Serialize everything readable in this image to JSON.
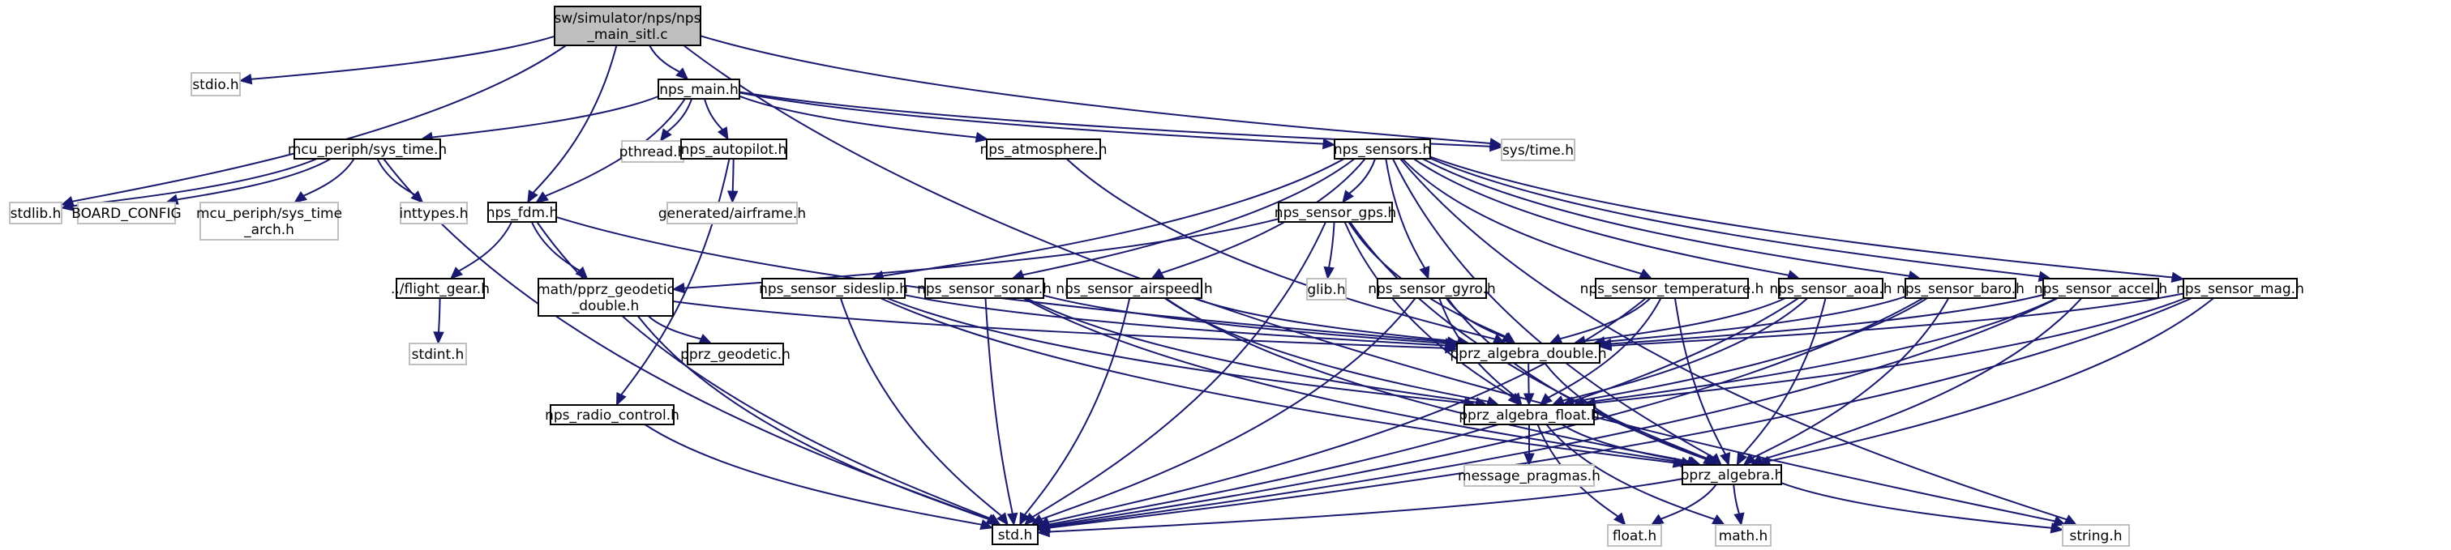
{
  "diagram": {
    "nodes": [
      {
        "id": "root",
        "label": [
          "sw/simulator/nps/nps",
          "_main_sitl.c"
        ],
        "kind": "root"
      },
      {
        "id": "stdio",
        "label": [
          "stdio.h"
        ],
        "kind": "external"
      },
      {
        "id": "nps_main",
        "label": [
          "nps_main.h"
        ],
        "kind": "documented"
      },
      {
        "id": "systime_h",
        "label": [
          "sys/time.h"
        ],
        "kind": "external"
      },
      {
        "id": "mcu_systime",
        "label": [
          "mcu_periph/sys_time.h"
        ],
        "kind": "documented"
      },
      {
        "id": "pthread",
        "label": [
          "pthread.h"
        ],
        "kind": "external"
      },
      {
        "id": "nps_autopilot",
        "label": [
          "nps_autopilot.h"
        ],
        "kind": "documented"
      },
      {
        "id": "nps_atmosphere",
        "label": [
          "nps_atmosphere.h"
        ],
        "kind": "documented"
      },
      {
        "id": "nps_sensors",
        "label": [
          "nps_sensors.h"
        ],
        "kind": "documented"
      },
      {
        "id": "stdlib",
        "label": [
          "stdlib.h"
        ],
        "kind": "external"
      },
      {
        "id": "board_config",
        "label": [
          "BOARD_CONFIG"
        ],
        "kind": "external"
      },
      {
        "id": "mcu_systime_arch",
        "label": [
          "mcu_periph/sys_time",
          "_arch.h"
        ],
        "kind": "external"
      },
      {
        "id": "inttypes",
        "label": [
          "inttypes.h"
        ],
        "kind": "external"
      },
      {
        "id": "nps_fdm",
        "label": [
          "nps_fdm.h"
        ],
        "kind": "documented"
      },
      {
        "id": "airframe",
        "label": [
          "generated/airframe.h"
        ],
        "kind": "external"
      },
      {
        "id": "nps_sensor_gps",
        "label": [
          "nps_sensor_gps.h"
        ],
        "kind": "documented"
      },
      {
        "id": "flight_gear",
        "label": [
          "../flight_gear.h"
        ],
        "kind": "documented"
      },
      {
        "id": "pprz_geodetic_double",
        "label": [
          "math/pprz_geodetic",
          "_double.h"
        ],
        "kind": "documented"
      },
      {
        "id": "nps_sensor_sideslip",
        "label": [
          "nps_sensor_sideslip.h"
        ],
        "kind": "documented"
      },
      {
        "id": "nps_sensor_sonar",
        "label": [
          "nps_sensor_sonar.h"
        ],
        "kind": "documented"
      },
      {
        "id": "nps_sensor_airspeed",
        "label": [
          "nps_sensor_airspeed.h"
        ],
        "kind": "documented"
      },
      {
        "id": "glib",
        "label": [
          "glib.h"
        ],
        "kind": "external"
      },
      {
        "id": "nps_sensor_gyro",
        "label": [
          "nps_sensor_gyro.h"
        ],
        "kind": "documented"
      },
      {
        "id": "nps_sensor_temperature",
        "label": [
          "nps_sensor_temperature.h"
        ],
        "kind": "documented"
      },
      {
        "id": "nps_sensor_aoa",
        "label": [
          "nps_sensor_aoa.h"
        ],
        "kind": "documented"
      },
      {
        "id": "nps_sensor_baro",
        "label": [
          "nps_sensor_baro.h"
        ],
        "kind": "documented"
      },
      {
        "id": "nps_sensor_accel",
        "label": [
          "nps_sensor_accel.h"
        ],
        "kind": "documented"
      },
      {
        "id": "nps_sensor_mag",
        "label": [
          "nps_sensor_mag.h"
        ],
        "kind": "documented"
      },
      {
        "id": "stdint",
        "label": [
          "stdint.h"
        ],
        "kind": "external"
      },
      {
        "id": "pprz_geodetic",
        "label": [
          "pprz_geodetic.h"
        ],
        "kind": "documented"
      },
      {
        "id": "pprz_algebra_double",
        "label": [
          "pprz_algebra_double.h"
        ],
        "kind": "documented"
      },
      {
        "id": "nps_radio_control",
        "label": [
          "nps_radio_control.h"
        ],
        "kind": "documented"
      },
      {
        "id": "pprz_algebra_float",
        "label": [
          "pprz_algebra_float.h"
        ],
        "kind": "documented"
      },
      {
        "id": "message_pragmas",
        "label": [
          "message_pragmas.h"
        ],
        "kind": "external"
      },
      {
        "id": "pprz_algebra",
        "label": [
          "pprz_algebra.h"
        ],
        "kind": "documented"
      },
      {
        "id": "std",
        "label": [
          "std.h"
        ],
        "kind": "documented"
      },
      {
        "id": "float_h",
        "label": [
          "float.h"
        ],
        "kind": "external"
      },
      {
        "id": "math_h",
        "label": [
          "math.h"
        ],
        "kind": "external"
      },
      {
        "id": "string_h",
        "label": [
          "string.h"
        ],
        "kind": "external"
      }
    ],
    "edges": [
      [
        "root",
        "stdio"
      ],
      [
        "root",
        "nps_main"
      ],
      [
        "root",
        "systime_h"
      ],
      [
        "root",
        "stdlib"
      ],
      [
        "root",
        "nps_fdm"
      ],
      [
        "root",
        "string_h"
      ],
      [
        "nps_main",
        "mcu_systime"
      ],
      [
        "nps_main",
        "pthread"
      ],
      [
        "nps_main",
        "nps_autopilot"
      ],
      [
        "nps_main",
        "nps_atmosphere"
      ],
      [
        "nps_main",
        "nps_sensors"
      ],
      [
        "nps_main",
        "nps_fdm"
      ],
      [
        "nps_main",
        "systime_h"
      ],
      [
        "mcu_systime",
        "stdlib"
      ],
      [
        "mcu_systime",
        "board_config"
      ],
      [
        "mcu_systime",
        "mcu_systime_arch"
      ],
      [
        "mcu_systime",
        "inttypes"
      ],
      [
        "mcu_systime",
        "std"
      ],
      [
        "nps_autopilot",
        "airframe"
      ],
      [
        "nps_autopilot",
        "nps_radio_control"
      ],
      [
        "nps_atmosphere",
        "pprz_algebra_double"
      ],
      [
        "nps_sensors",
        "nps_sensor_gps"
      ],
      [
        "nps_sensors",
        "nps_sensor_sideslip"
      ],
      [
        "nps_sensors",
        "nps_sensor_sonar"
      ],
      [
        "nps_sensors",
        "nps_sensor_airspeed"
      ],
      [
        "nps_sensors",
        "nps_sensor_gyro"
      ],
      [
        "nps_sensors",
        "nps_sensor_temperature"
      ],
      [
        "nps_sensors",
        "nps_sensor_aoa"
      ],
      [
        "nps_sensors",
        "nps_sensor_baro"
      ],
      [
        "nps_sensors",
        "nps_sensor_accel"
      ],
      [
        "nps_sensors",
        "nps_sensor_mag"
      ],
      [
        "nps_sensors",
        "pprz_algebra"
      ],
      [
        "nps_sensors",
        "string_h"
      ],
      [
        "nps_fdm",
        "flight_gear"
      ],
      [
        "nps_fdm",
        "pprz_geodetic_double"
      ],
      [
        "nps_fdm",
        "pprz_algebra_double"
      ],
      [
        "nps_fdm",
        "std"
      ],
      [
        "flight_gear",
        "stdint"
      ],
      [
        "pprz_geodetic_double",
        "pprz_geodetic"
      ],
      [
        "pprz_geodetic_double",
        "pprz_algebra_double"
      ],
      [
        "pprz_geodetic_double",
        "std"
      ],
      [
        "nps_sensor_gps",
        "pprz_geodetic_double"
      ],
      [
        "nps_sensor_gps",
        "glib"
      ],
      [
        "nps_sensor_gps",
        "pprz_algebra_double"
      ],
      [
        "nps_sensor_gps",
        "pprz_algebra_float"
      ],
      [
        "nps_sensor_gps",
        "pprz_algebra"
      ],
      [
        "nps_sensor_gps",
        "std"
      ],
      [
        "nps_sensor_sideslip",
        "pprz_algebra_double"
      ],
      [
        "nps_sensor_sideslip",
        "pprz_algebra_float"
      ],
      [
        "nps_sensor_sideslip",
        "pprz_algebra"
      ],
      [
        "nps_sensor_sideslip",
        "std"
      ],
      [
        "nps_sensor_sonar",
        "pprz_algebra_double"
      ],
      [
        "nps_sensor_sonar",
        "pprz_algebra_float"
      ],
      [
        "nps_sensor_sonar",
        "pprz_algebra"
      ],
      [
        "nps_sensor_sonar",
        "std"
      ],
      [
        "nps_sensor_airspeed",
        "pprz_algebra_double"
      ],
      [
        "nps_sensor_airspeed",
        "pprz_algebra_float"
      ],
      [
        "nps_sensor_airspeed",
        "pprz_algebra"
      ],
      [
        "nps_sensor_airspeed",
        "std"
      ],
      [
        "nps_sensor_gyro",
        "pprz_algebra_double"
      ],
      [
        "nps_sensor_gyro",
        "pprz_algebra_float"
      ],
      [
        "nps_sensor_gyro",
        "pprz_algebra"
      ],
      [
        "nps_sensor_gyro",
        "std"
      ],
      [
        "nps_sensor_temperature",
        "pprz_algebra_double"
      ],
      [
        "nps_sensor_temperature",
        "pprz_algebra_float"
      ],
      [
        "nps_sensor_temperature",
        "pprz_algebra"
      ],
      [
        "nps_sensor_temperature",
        "std"
      ],
      [
        "nps_sensor_aoa",
        "pprz_algebra_double"
      ],
      [
        "nps_sensor_aoa",
        "pprz_algebra_float"
      ],
      [
        "nps_sensor_aoa",
        "pprz_algebra"
      ],
      [
        "nps_sensor_aoa",
        "std"
      ],
      [
        "nps_sensor_baro",
        "pprz_algebra_double"
      ],
      [
        "nps_sensor_baro",
        "pprz_algebra_float"
      ],
      [
        "nps_sensor_baro",
        "pprz_algebra"
      ],
      [
        "nps_sensor_baro",
        "std"
      ],
      [
        "nps_sensor_accel",
        "pprz_algebra_double"
      ],
      [
        "nps_sensor_accel",
        "pprz_algebra_float"
      ],
      [
        "nps_sensor_accel",
        "pprz_algebra"
      ],
      [
        "nps_sensor_accel",
        "std"
      ],
      [
        "nps_sensor_mag",
        "pprz_algebra_double"
      ],
      [
        "nps_sensor_mag",
        "pprz_algebra_float"
      ],
      [
        "nps_sensor_mag",
        "pprz_algebra"
      ],
      [
        "nps_sensor_mag",
        "std"
      ],
      [
        "nps_radio_control",
        "std"
      ],
      [
        "pprz_algebra_double",
        "pprz_algebra_float"
      ],
      [
        "pprz_algebra_double",
        "pprz_algebra"
      ],
      [
        "pprz_algebra_float",
        "message_pragmas"
      ],
      [
        "pprz_algebra_float",
        "pprz_algebra"
      ],
      [
        "pprz_algebra_float",
        "float_h"
      ],
      [
        "pprz_algebra_float",
        "math_h"
      ],
      [
        "pprz_algebra",
        "std"
      ],
      [
        "pprz_algebra",
        "float_h"
      ],
      [
        "pprz_algebra",
        "math_h"
      ],
      [
        "pprz_algebra",
        "string_h"
      ]
    ]
  }
}
